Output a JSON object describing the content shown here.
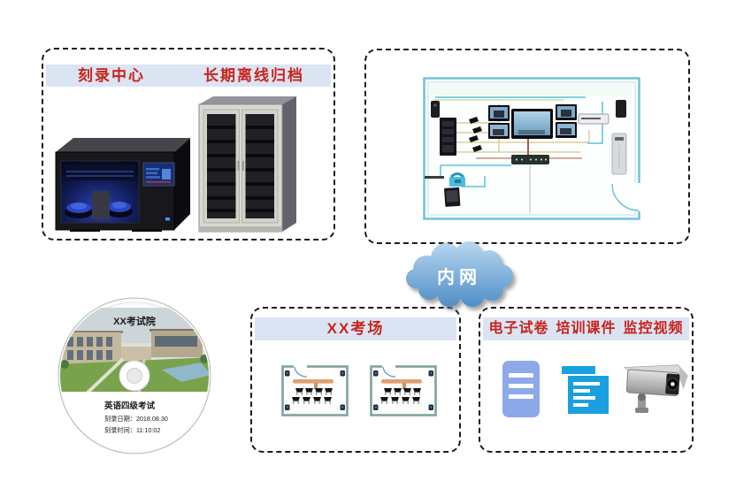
{
  "archive_box": {
    "burn_center_label": "刻录中心",
    "archive_label": "长期离线归档"
  },
  "cloud": {
    "label": "内网"
  },
  "disc": {
    "institute": "XX考试院",
    "exam_title": "英语四级考试",
    "burn_date": "刻录日期：2018.08.30",
    "burn_time": "刻录时间：11:10:02"
  },
  "exam_room_box": {
    "label": "XX考场"
  },
  "files_box": {
    "labels": [
      "电子试卷",
      "培训课件",
      "监控视频"
    ]
  },
  "icons": {
    "top_left": [
      "disc-duplicator-icon",
      "archive-cabinet-icon"
    ],
    "top_right": "control-room-floorplan-icon",
    "middle": "intranet-cloud-icon",
    "bottom_left": "cd-disc-icon",
    "bottom_middle": [
      "classroom-plan-icon",
      "classroom-plan-icon"
    ],
    "bottom_right": [
      "document-icon",
      "courseware-icon",
      "cctv-camera-icon"
    ]
  },
  "colors": {
    "accent_red": "#c9241c",
    "band_blue": "#dbe4f2",
    "cloud_blue_top": "#b7d6ef",
    "cloud_blue_bottom": "#4d8dc6",
    "dashed_border": "#1b1b1b",
    "doc_icon_blue": "#8da9ea",
    "courseware_blue": "#1aa0df"
  }
}
